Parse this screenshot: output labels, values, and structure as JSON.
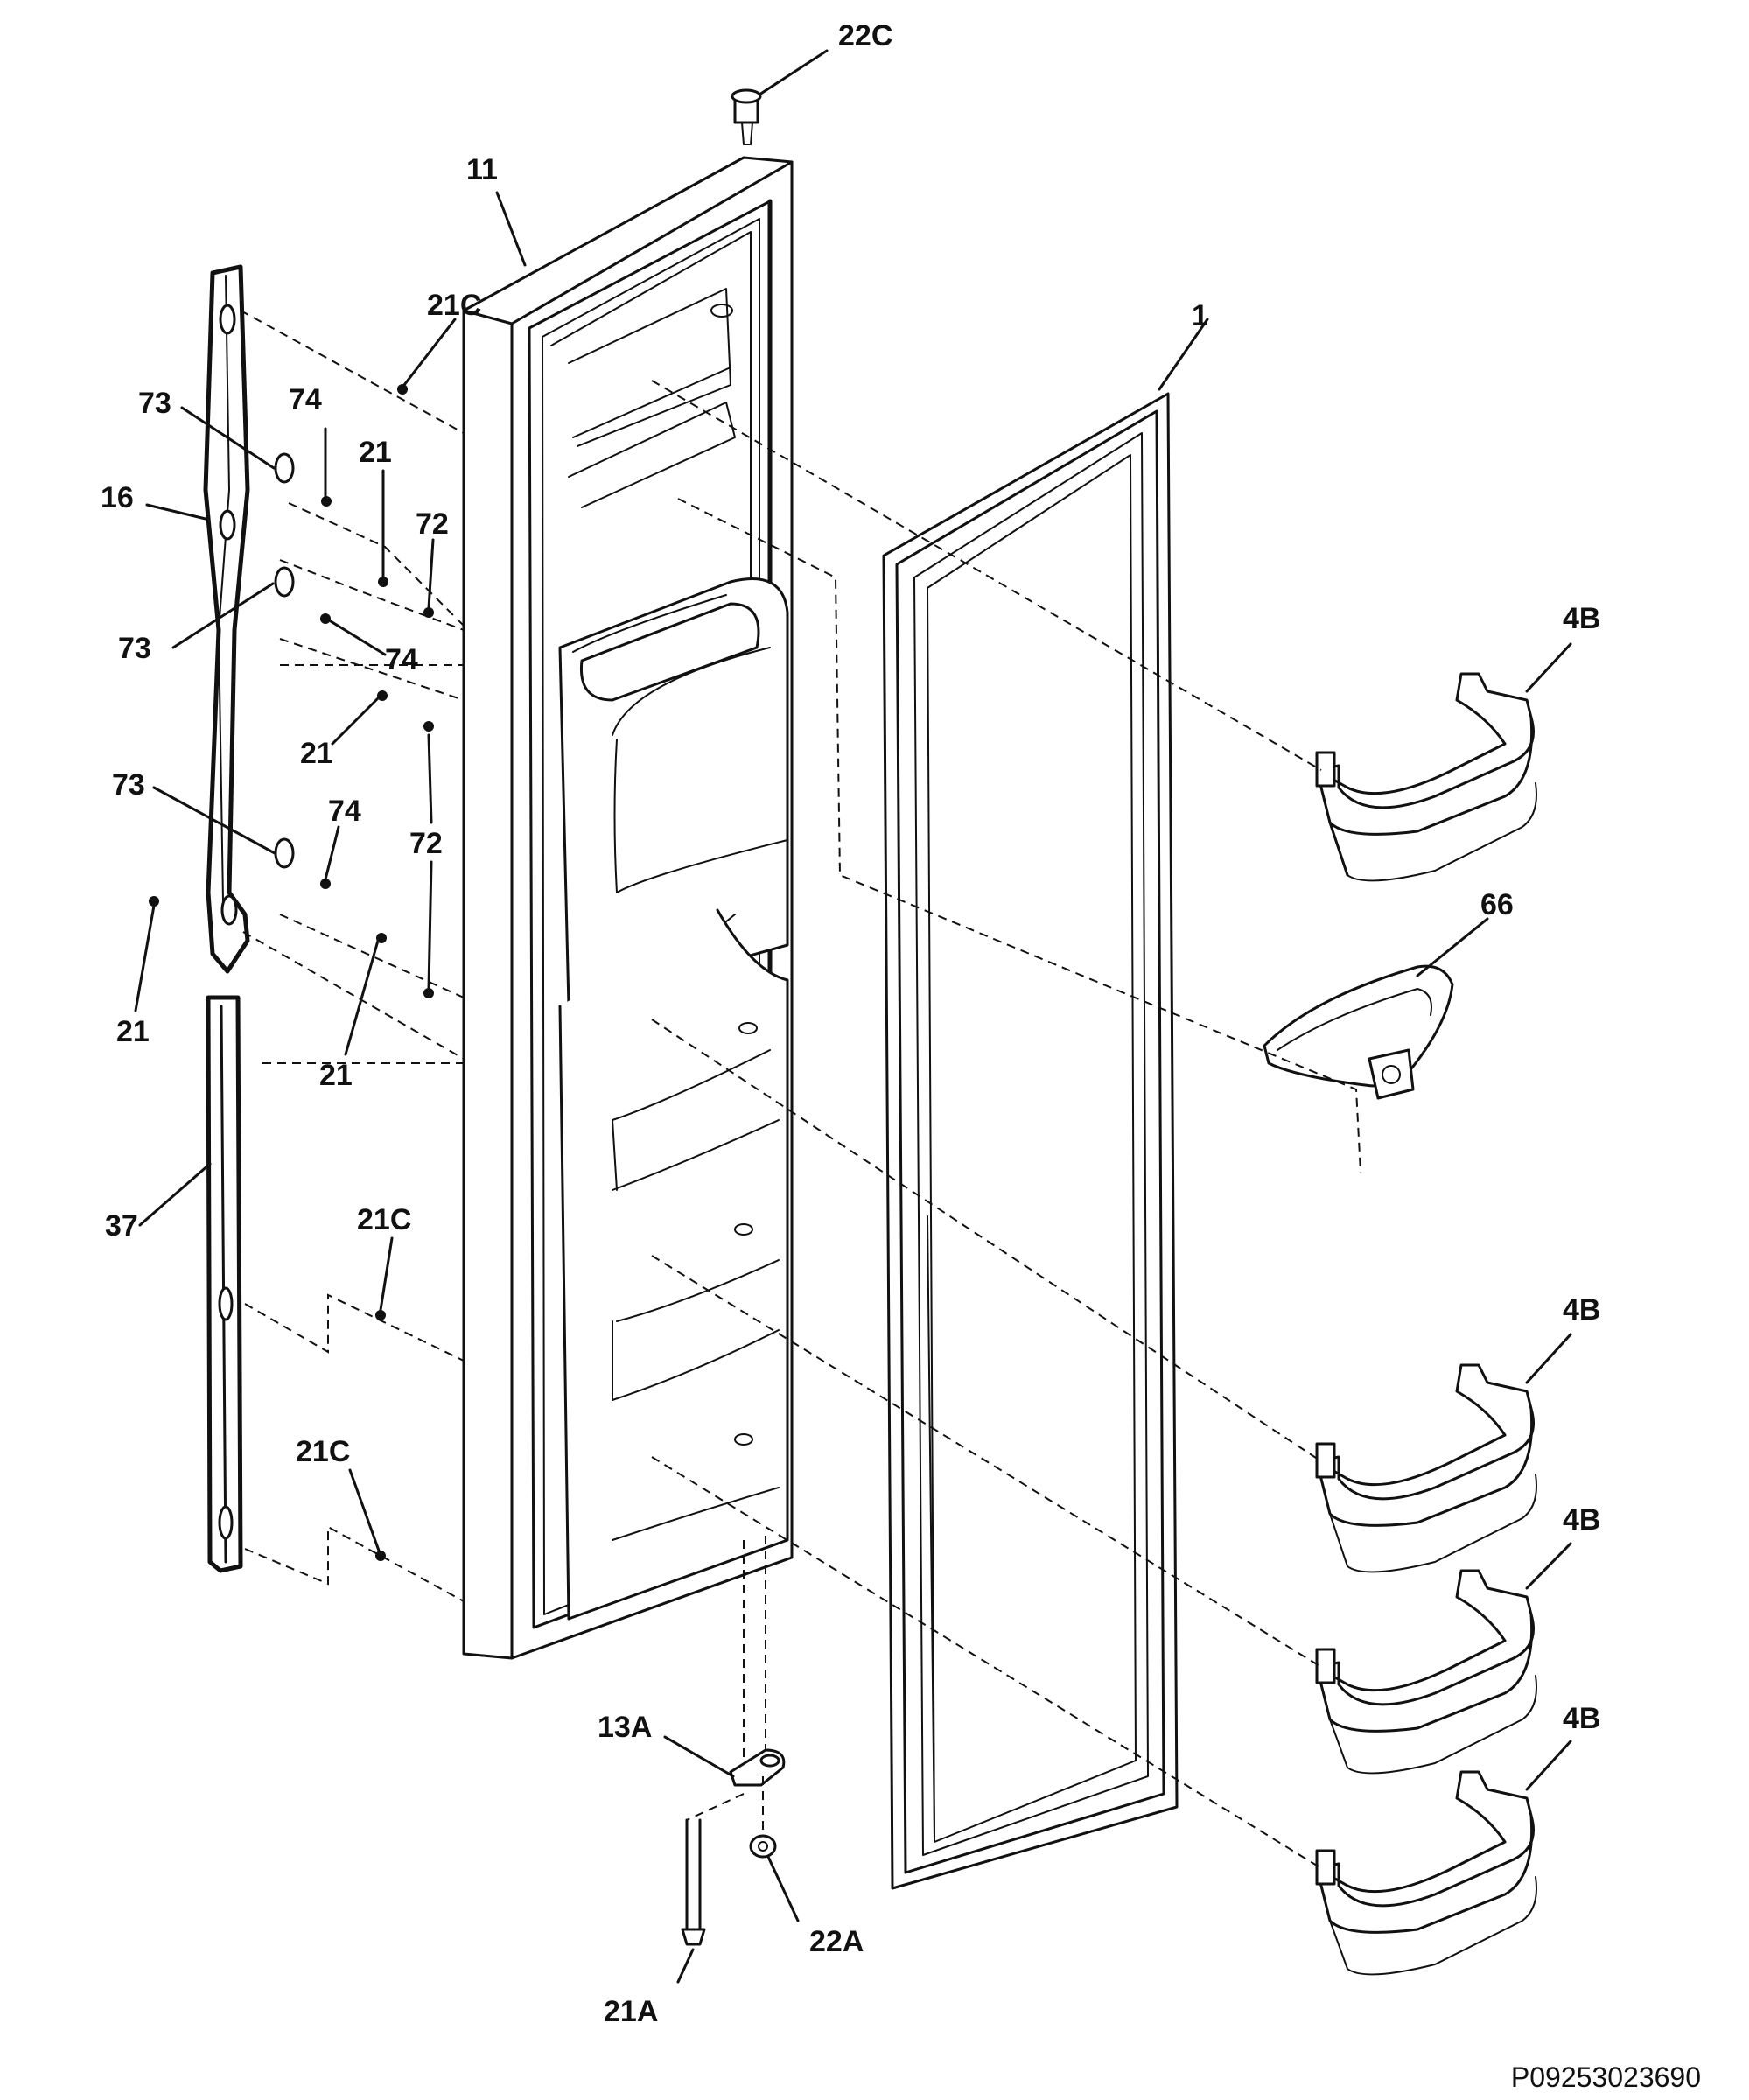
{
  "diagram": {
    "part_labels": {
      "p22c": "22C",
      "p11": "11",
      "p21c_top": "21C",
      "p1": "1",
      "p73_a": "73",
      "p74_a": "74",
      "p21_a": "21",
      "p16": "16",
      "p72_a": "72",
      "p73_b": "73",
      "p74_b": "74",
      "p4b_a": "4B",
      "p21_b": "21",
      "p73_c": "73",
      "p74_c": "74",
      "p72_b": "72",
      "p66": "66",
      "p21_c": "21",
      "p21_d": "21",
      "p37": "37",
      "p21c_mid": "21C",
      "p4b_b": "4B",
      "p21c_low": "21C",
      "p4b_c": "4B",
      "p13a": "13A",
      "p4b_d": "4B",
      "p22a": "22A",
      "p21a": "21A"
    },
    "reference_code": "P09253023690"
  }
}
